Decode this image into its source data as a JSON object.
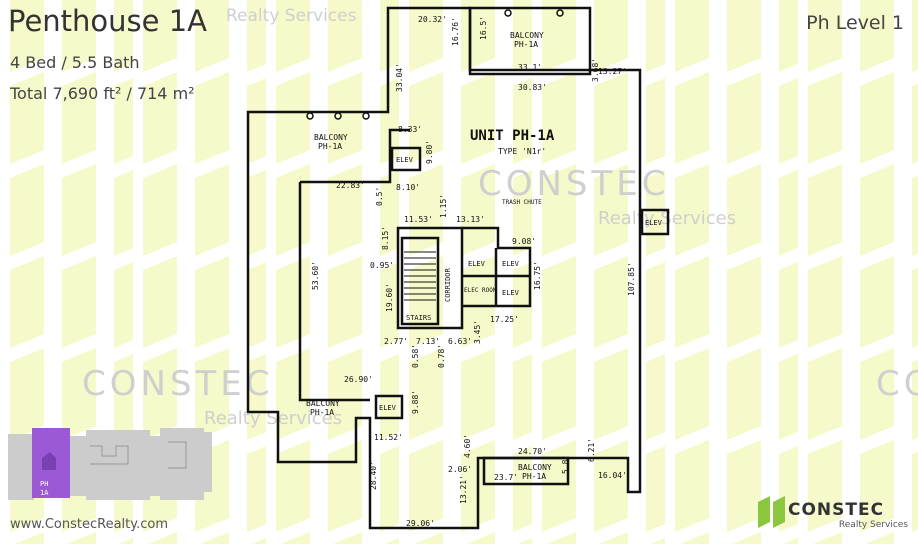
{
  "header": {
    "unit_title": "Penthouse 1A",
    "beds_baths": "4 Bed / 5.5 Bath",
    "total_area": "Total 7,690 ft² / 714 m²",
    "level": "Ph Level 1"
  },
  "footer": {
    "website": "www.ConstecRealty.com"
  },
  "watermark": {
    "company": "CONSTEC",
    "tagline": "Realty Services"
  },
  "brand": {
    "name": "CONSTEC",
    "tagline": "Realty Services",
    "accent_color": "#8cc63f"
  },
  "keyplan": {
    "unit_label_line1": "PH",
    "unit_label_line2": "1A",
    "highlight_color": "#9b59d6"
  },
  "floorplan": {
    "unit_label": "UNIT PH-1A",
    "type_label": "TYPE 'N1r'",
    "balcony_label": "BALCONY",
    "balcony_unit": "PH-1A",
    "elev_label": "ELEV",
    "stairs_label": "STAIRS",
    "corridor_label": "CORRIDOR",
    "elec_room_label": "ELEC ROOM",
    "trash_chute_label": "TRASH CHUTE",
    "dimensions": [
      "20.32'",
      "16.76'",
      "16.5'",
      "33.1'",
      "30.83'",
      "13.27'",
      "3.68'",
      "33.04'",
      "8.33'",
      "9.80'",
      "22.83'",
      "8.10'",
      "0.5'",
      "11.53'",
      "1.15'",
      "13.13'",
      "9.08'",
      "8.15'",
      "0.95'",
      "53.60'",
      "19.60'",
      "16.75'",
      "17.25'",
      "107.85'",
      "2.77'",
      "7.13'",
      "6.63'",
      "3.45'",
      "0.58'",
      "0.78'",
      "26.90'",
      "9.88'",
      "11.52'",
      "4.60'",
      "24.70'",
      "6.21'",
      "2.06'",
      "23.7'",
      "5.8'",
      "16.04'",
      "28.40'",
      "13.21'",
      "29.06'"
    ]
  }
}
